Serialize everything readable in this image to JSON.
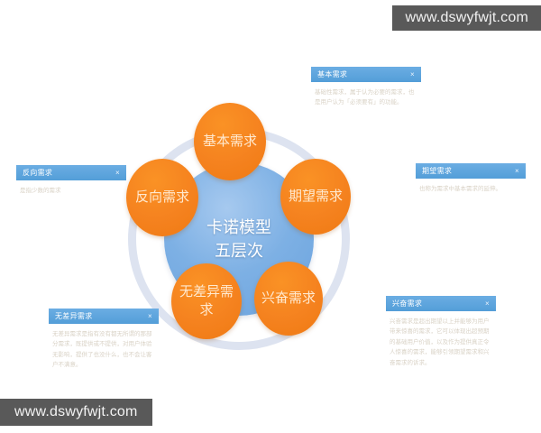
{
  "watermarks": {
    "top": "www.dswyfwjt.com",
    "bottom": "www.dswyfwjt.com"
  },
  "diagram": {
    "center": {
      "line1": "卡诺模型",
      "line2": "五层次"
    },
    "nodes": [
      {
        "id": "basic",
        "label": "基本需求"
      },
      {
        "id": "expect",
        "label": "期望需求"
      },
      {
        "id": "excite",
        "label": "兴奋需求"
      },
      {
        "id": "indiff",
        "label": "无差异需求"
      },
      {
        "id": "reverse",
        "label": "反向需求"
      }
    ]
  },
  "cards": [
    {
      "id": "basic",
      "title": "基本需求",
      "close": "×",
      "body": "基础性需求，属于认为必要的需求，也是用户认为「必须要有」的功能。"
    },
    {
      "id": "expect",
      "title": "期望需求",
      "close": "×",
      "body": "也称为需求中基本需求的延伸。"
    },
    {
      "id": "excite",
      "title": "兴奋需求",
      "close": "×",
      "body": "兴奋需求是超出期望以上并能够为用户带来惊喜的需求，它可以体现出超预期的基础用户价值，以及作为提供真正令人惊喜的需求，能够引领期望需求和兴奋需求的诉求。"
    },
    {
      "id": "indiff",
      "title": "无差异需求",
      "close": "×",
      "body": "无差异需求是指有没有都无所谓的那部分需求，既提供或不提供，对用户体验无影响，提供了也没什么，也不会让客户不满意。"
    },
    {
      "id": "reverse",
      "title": "反向需求",
      "close": "×",
      "body": "是指少数的需求"
    }
  ],
  "colors": {
    "accent_orange": "#f5821f",
    "accent_blue": "#7db0e4",
    "header_blue": "#539ed8",
    "ring_gray": "#dde3f0",
    "watermark_bg": "#595959"
  }
}
